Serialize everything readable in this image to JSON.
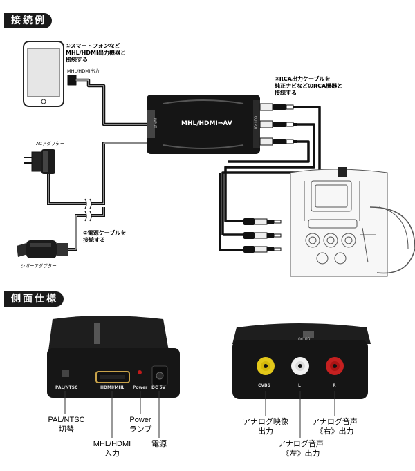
{
  "sections": {
    "connection_example": "接続例",
    "side_spec": "側面仕様"
  },
  "diagram": {
    "step1": "①スマートフォンなど\nMHL/HDMI出力機器と\n接続する",
    "mhl_output": "MHL/HDMI出力",
    "step3": "③RCA出力ケーブルを\n純正ナビなどのRCA機器と\n接続する",
    "ac_adapter": "ACアダプター",
    "step2": "②電源ケーブルを\n接続する",
    "cigar_adapter": "シガーアダプター",
    "device_label": "MHL/HDMI⇒AV",
    "input_label": "INPUT",
    "output_label": "OUTPUT"
  },
  "left_panel": {
    "port_labels": {
      "pal": "PAL/NTSC",
      "hdmi": "HDMI/MHL",
      "power": "Power",
      "dc": "DC 5V"
    },
    "callouts": {
      "pal_switch": "PAL/NTSC\n切替",
      "mhl_input": "MHL/HDMI\n入力",
      "power_lamp": "Power\nランプ",
      "power_source": "電源"
    }
  },
  "right_panel": {
    "port_labels": {
      "cvbs": "CVBS",
      "l": "L",
      "r": "R"
    },
    "top_label": "OUTPUT",
    "callouts": {
      "video_out": "アナログ映像\n出力",
      "audio_l": "アナログ音声\n《左》出力",
      "audio_r": "アナログ音声\n《右》出力"
    }
  }
}
